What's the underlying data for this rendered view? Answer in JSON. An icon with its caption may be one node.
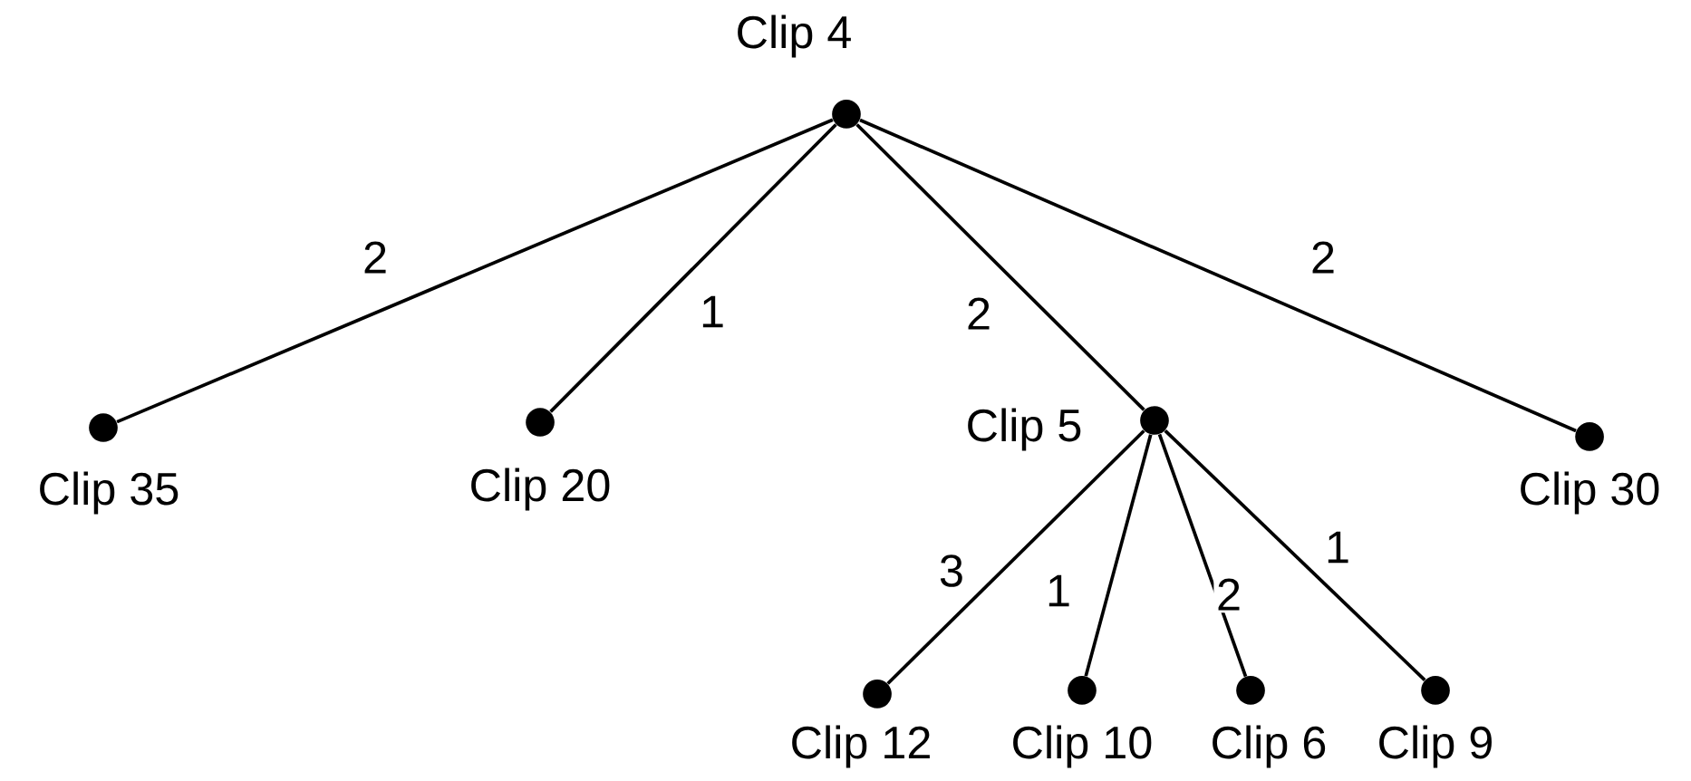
{
  "diagram": {
    "nodes": [
      {
        "text": [
          "Clip 4"
        ]
      },
      {
        "text": [
          "Clip 35"
        ]
      },
      {
        "text": [
          "Clip 20"
        ]
      },
      {
        "text": [
          "Clip 5"
        ]
      },
      {
        "text": [
          "Clip 30"
        ]
      },
      {
        "text": [
          "Clip 12"
        ]
      },
      {
        "text": [
          "Clip 10"
        ]
      },
      {
        "text": [
          "Clip 6"
        ]
      },
      {
        "text": [
          "Clip 9"
        ]
      }
    ],
    "edges": [
      {
        "from": 0,
        "to": 1,
        "arrow": "none",
        "label": "2"
      },
      {
        "from": 0,
        "to": 2,
        "arrow": "none",
        "label": "1"
      },
      {
        "from": 0,
        "to": 3,
        "arrow": "none",
        "label": "2"
      },
      {
        "from": 0,
        "to": 4,
        "arrow": "none",
        "label": "2"
      },
      {
        "from": 3,
        "to": 5,
        "arrow": "none",
        "label": "3"
      },
      {
        "from": 3,
        "to": 6,
        "arrow": "none",
        "label": "1"
      },
      {
        "from": 3,
        "to": 7,
        "arrow": "none",
        "label": "2"
      },
      {
        "from": 3,
        "to": 8,
        "arrow": "none",
        "label": "1"
      }
    ]
  }
}
